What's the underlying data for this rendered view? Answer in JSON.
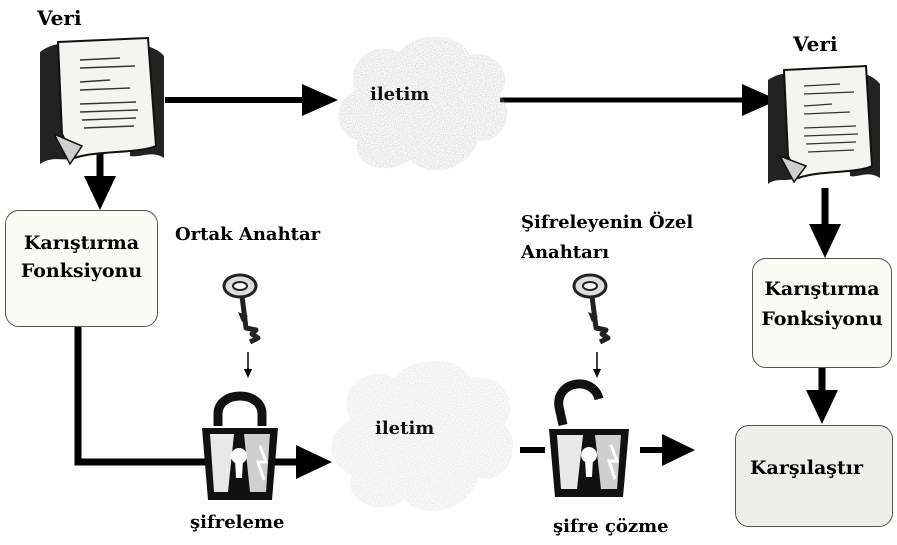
{
  "labels": {
    "veri_left": "Veri",
    "veri_right": "Veri",
    "iletim_top": "iletim",
    "iletim_bottom": "iletim",
    "ortak_anahtar": "Ortak Anahtar",
    "ozel_anahtar_line1": "Şifreleyenin Özel",
    "ozel_anahtar_line2": "Anahtarı",
    "sifreleme": "şifreleme",
    "sifre_cozme": "şifre çözme"
  },
  "boxes": {
    "hash_left": {
      "line1": "Karıştırma",
      "line2": "Fonksiyonu"
    },
    "hash_right": {
      "line1": "Karıştırma",
      "line2": "Fonksiyonu"
    },
    "compare": "Karşılaştır"
  },
  "icons": {
    "document": "document-icon",
    "key": "key-icon",
    "padlock_closed": "padlock-closed-icon",
    "padlock_open": "padlock-open-icon",
    "cloud": "cloud-icon"
  }
}
